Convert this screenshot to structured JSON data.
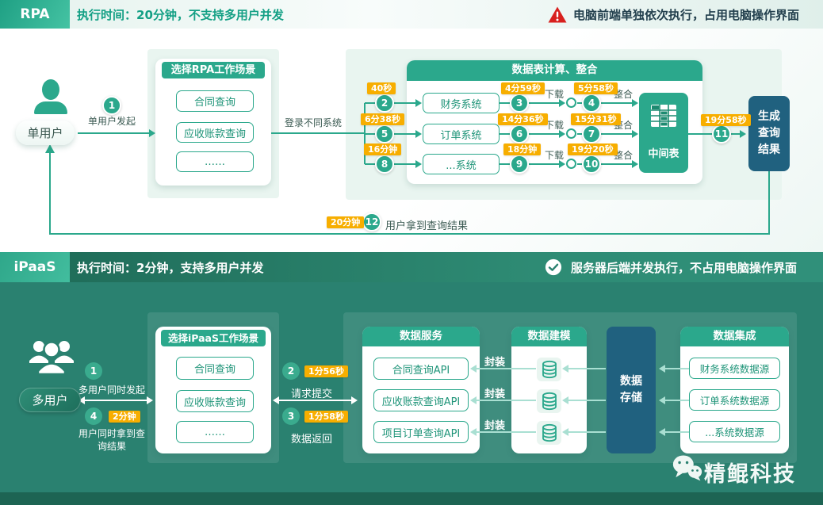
{
  "colors": {
    "teal": "#2BA88C",
    "dark_blue": "#20617F",
    "badge_orange": "#F7AE00",
    "ipaas_background": "#2A8170",
    "warning_red": "#D8201E",
    "mint_panel": "#E9F5F0"
  },
  "rpa": {
    "tag": "RPA",
    "subtitle": "执行时间：20分钟，不支持多用户并发",
    "warning": "电脑前端单独依次执行，占用电脑操作界面",
    "user_label": "单用户",
    "step1": {
      "num": "1",
      "label": "单用户发起"
    },
    "scenario": {
      "title": "选择RPA工作场景",
      "items": [
        "合同查询",
        "应收账款查询",
        "……"
      ]
    },
    "login_label": "登录不同系统",
    "compute": {
      "title": "数据表计算、整合",
      "rows": [
        {
          "n1": "2",
          "t1": "40秒",
          "system": "财务系统",
          "n2": "3",
          "t2": "4分59秒",
          "download": "下载",
          "n3": "4",
          "t3": "5分58秒",
          "merge": "整合"
        },
        {
          "n1": "5",
          "t1": "6分38秒",
          "system": "订单系统",
          "n2": "6",
          "t2": "14分36秒",
          "download": "下载",
          "n3": "7",
          "t3": "15分31秒",
          "merge": "整合"
        },
        {
          "n1": "8",
          "t1": "16分钟",
          "system": "...系统",
          "n2": "9",
          "t2": "18分钟",
          "download": "下载",
          "n3": "10",
          "t3": "19分20秒",
          "merge": "整合"
        }
      ],
      "mid_table": "中间表"
    },
    "result": {
      "num": "11",
      "time": "19分58秒",
      "label": "生成查询结果"
    },
    "step12": {
      "num": "12",
      "time": "20分钟",
      "label": "用户拿到查询结果"
    }
  },
  "ipaas": {
    "tag": "iPaaS",
    "subtitle": "执行时间：2分钟，支持多用户并发",
    "note": "服务器后端并发执行，不占用电脑操作界面",
    "user_label": "多用户",
    "step1": {
      "num": "1",
      "label": "多用户同时发起"
    },
    "step2": {
      "num": "2",
      "time": "1分56秒",
      "label": "请求提交"
    },
    "step3": {
      "num": "3",
      "time": "1分58秒",
      "label": "数据返回"
    },
    "step4": {
      "num": "4",
      "time": "2分钟",
      "label": "用户同时拿到查询结果"
    },
    "scenario": {
      "title": "选择iPaaS工作场景",
      "items": [
        "合同查询",
        "应收账款查询",
        "……"
      ]
    },
    "services": {
      "title": "数据服务",
      "items": [
        "合同查询API",
        "应收账款查询API",
        "项目订单查询API"
      ],
      "wrap": "封装"
    },
    "modeling": {
      "title": "数据建模"
    },
    "storage_label": "数据存储",
    "integration": {
      "title": "数据集成",
      "items": [
        "财务系统数据源",
        "订单系统数据源",
        "...系统数据源"
      ]
    }
  },
  "watermark": {
    "brand": "精鲲科技"
  }
}
